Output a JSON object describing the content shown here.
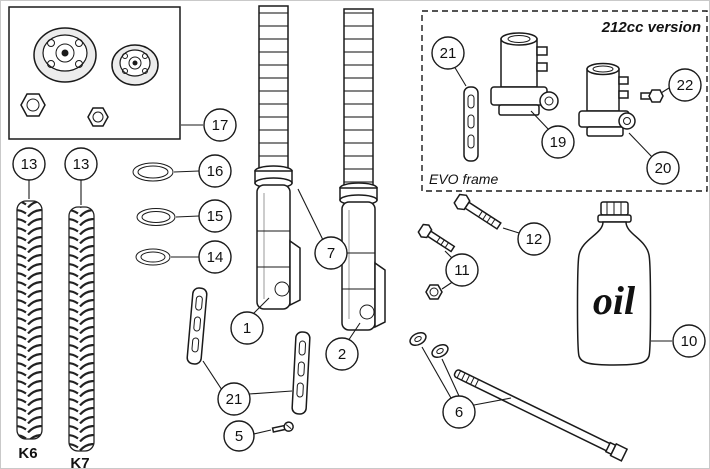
{
  "labels": {
    "version_212": "212cc version",
    "evo_frame": "EVO frame",
    "oil": "oil",
    "spring_left": "K6",
    "spring_right": "K7"
  },
  "callouts": {
    "c1": "1",
    "c2": "2",
    "c5": "5",
    "c6": "6",
    "c7": "7",
    "c10": "10",
    "c11": "11",
    "c12": "12",
    "c13a": "13",
    "c13b": "13",
    "c14": "14",
    "c15": "15",
    "c16": "16",
    "c17": "17",
    "c19": "19",
    "c20": "20",
    "c21a": "21",
    "c21b": "21",
    "c22": "22"
  },
  "colors": {
    "line": "#1a1a1a",
    "background": "#ffffff"
  }
}
